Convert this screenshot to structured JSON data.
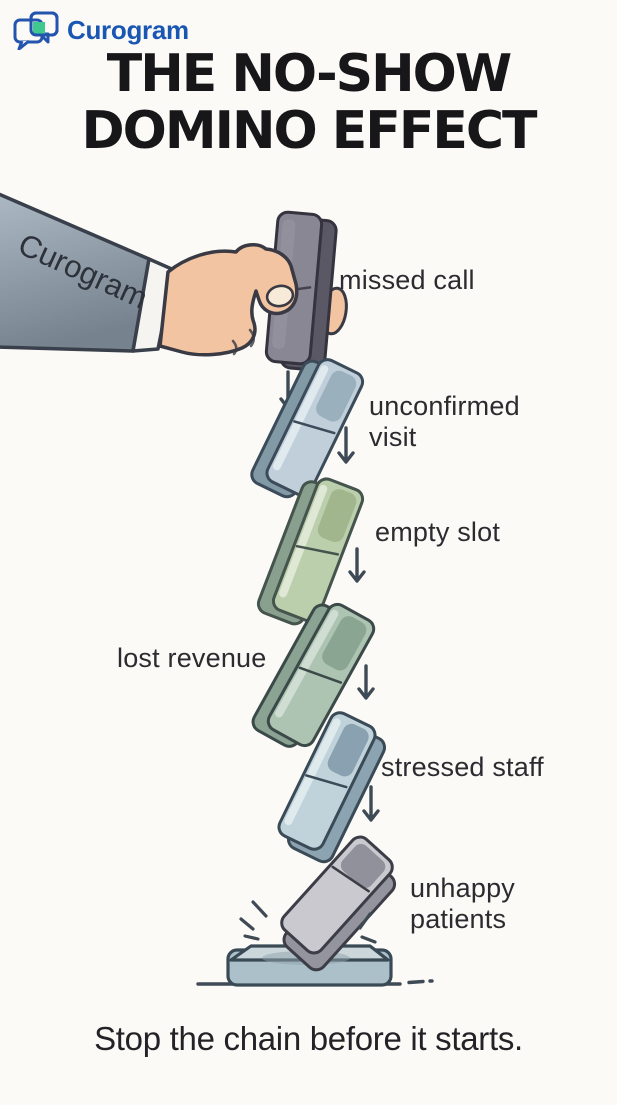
{
  "brand": {
    "name": "Curogram",
    "logo_icon": "chat-bubbles-icon",
    "logo_color": "#1a57b2",
    "logo_accent_green": "#3fc98e"
  },
  "title": {
    "line1": "THE NO-SHOW",
    "line2": "DOMINO EFFECT"
  },
  "arm": {
    "sleeve_label": "Curogram"
  },
  "chain": {
    "dominoes": [
      {
        "label": "missed call",
        "color": "#8a8794"
      },
      {
        "label": "unconfirmed visit",
        "color": "#c0cfda"
      },
      {
        "label": "empty slot",
        "color": "#bccfad"
      },
      {
        "label": "lost revenue",
        "color": "#aec4b2"
      },
      {
        "label": "stressed staff",
        "color": "#c0d2da"
      },
      {
        "label": "unhappy patients",
        "color": "#c9c9cf"
      }
    ]
  },
  "caption": "Stop the chain before it starts.",
  "colors": {
    "ink_outline": "#3e4a56",
    "background": "#fbfaf7",
    "skin": "#f2c4a2"
  }
}
